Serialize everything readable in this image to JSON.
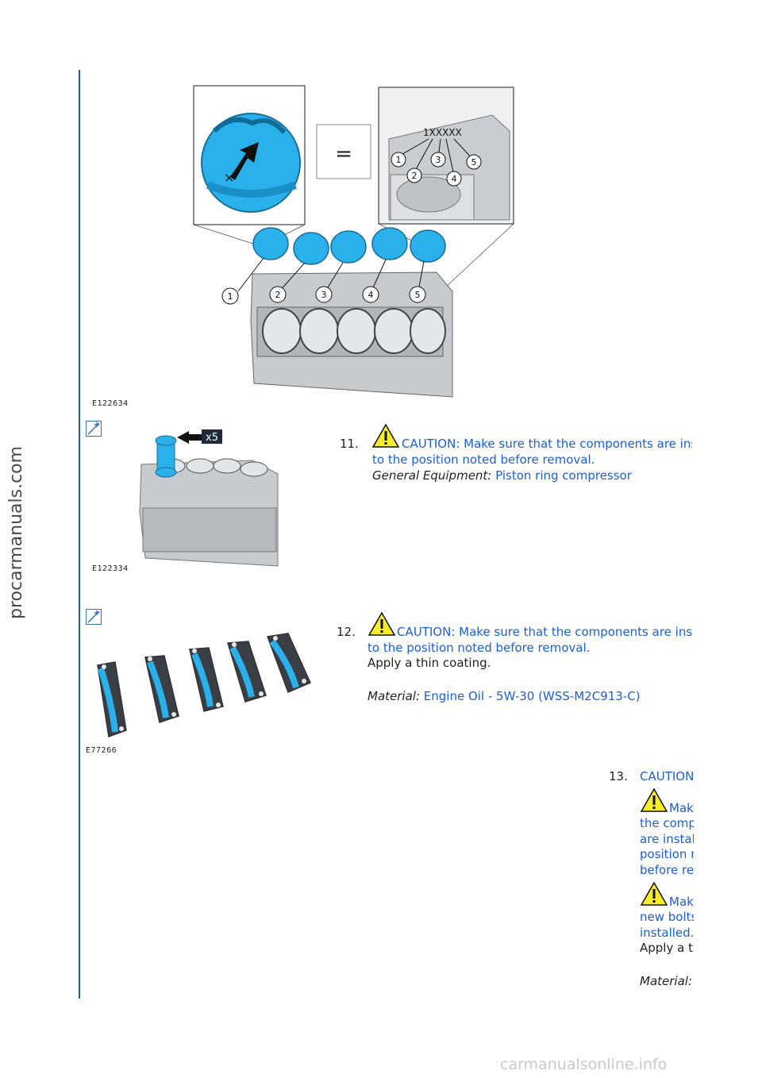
{
  "watermarks": {
    "side": "procarmanuals.com",
    "bottom": "carmanualsonline.info"
  },
  "figures": {
    "fig1_code": "E122634",
    "fig1_serial": "1XXXXX",
    "fig1_equals": "=",
    "fig1_callouts": [
      "1",
      "2",
      "3",
      "4",
      "5"
    ],
    "fig2_code": "E122334",
    "fig2_badge": "x5",
    "fig3_code": "E77266"
  },
  "steps": [
    {
      "number": "11.",
      "caution": "CAUTION: Make sure that the components are installed",
      "caution_line2": "to the position noted before removal.",
      "equipment_label": "General Equipment:",
      "equipment_value": "Piston ring compressor"
    },
    {
      "number": "12.",
      "caution": "CAUTION: Make sure that the components are installed",
      "caution_line2": "to the position noted before removal.",
      "instruction": "Apply a thin coating.",
      "material_label": "Material:",
      "material_value": "Engine Oil - 5W-30 (WSS-M2C913-C)"
    },
    {
      "number": "13.",
      "heading": "CAUTIONS:",
      "caution_a": [
        "Make sure that",
        "the components",
        "are installed to the",
        "position noted",
        "before removal."
      ],
      "caution_b": [
        "Make sure that",
        "new bolts are",
        "installed."
      ],
      "instruction": "Apply a thin coating.",
      "material_label": "Material:"
    }
  ],
  "colors": {
    "rule": "#1f5fb0",
    "link": "#1a5fd6",
    "piston": "#2ab0ea",
    "warning": "#f6ec2a"
  }
}
